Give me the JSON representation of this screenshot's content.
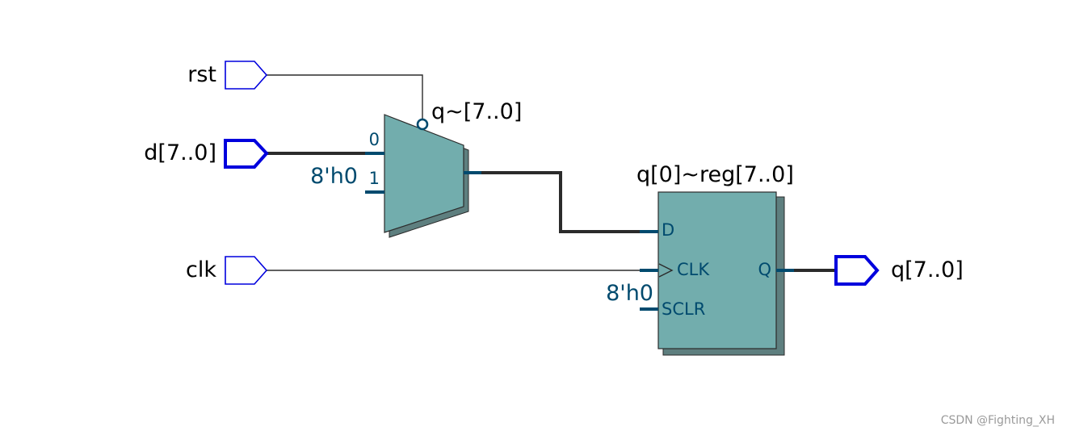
{
  "inputs": {
    "rst": "rst",
    "d": "d[7..0]",
    "clk": "clk"
  },
  "output": {
    "q": "q[7..0]"
  },
  "mux": {
    "name": "q~[7..0]",
    "port0": "0",
    "port1": "1",
    "const_in": "8'h0"
  },
  "register": {
    "name": "q[0]~reg[7..0]",
    "port_d": "D",
    "port_clk": "CLK",
    "port_sclr": "SCLR",
    "port_q": "Q",
    "sclr_const": "8'h0"
  },
  "watermark": "CSDN @Fighting_XH",
  "colors": {
    "block_fill": "#72adad",
    "block_shadow": "#5e7f7f",
    "port_stub": "#004a6e",
    "pin_blue": "#0000dd",
    "wire": "#2b2b2b"
  }
}
